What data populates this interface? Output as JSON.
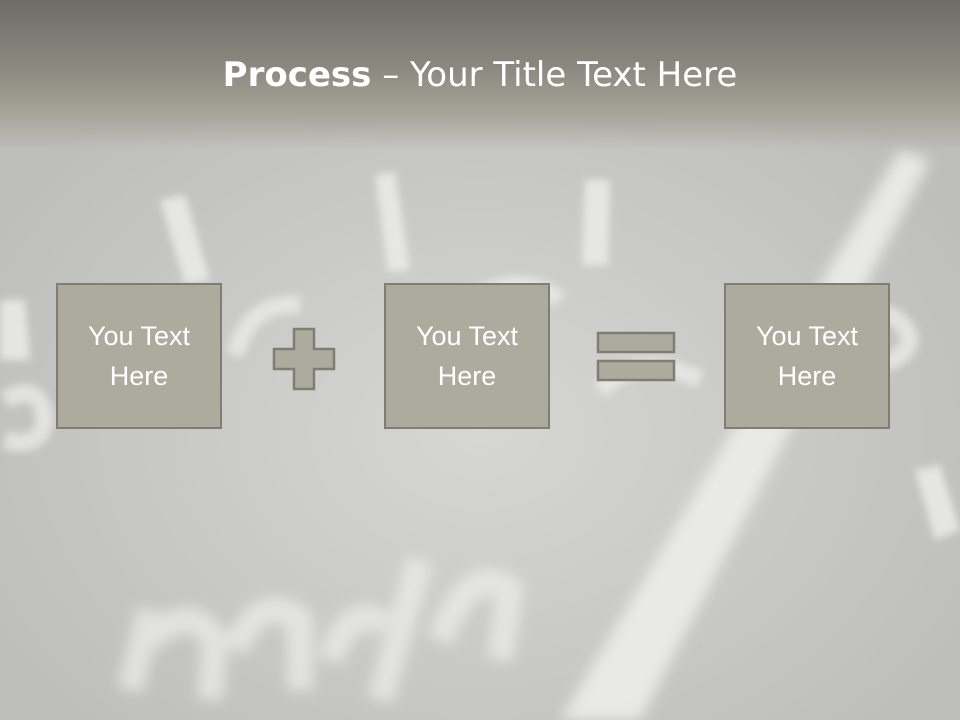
{
  "slide": {
    "title_bold": "Process",
    "title_dash": " – ",
    "title_rest": "Your Title Text Here"
  },
  "process": {
    "boxes": [
      {
        "text": "You Text Here"
      },
      {
        "text": "You Text Here"
      },
      {
        "text": "You Text Here"
      }
    ],
    "operator_1": "plus-icon",
    "operator_2": "equals-icon"
  },
  "colors": {
    "title_bar": "#8b897f",
    "box_fill": "#adab9d",
    "box_border": "#807e72",
    "text": "#ffffff"
  }
}
